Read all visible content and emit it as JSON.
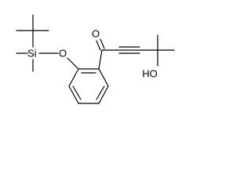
{
  "molecule": {
    "atoms": {
      "si": "Si",
      "o_ether": "O",
      "o_carbonyl": "O",
      "oh": "HO"
    }
  }
}
